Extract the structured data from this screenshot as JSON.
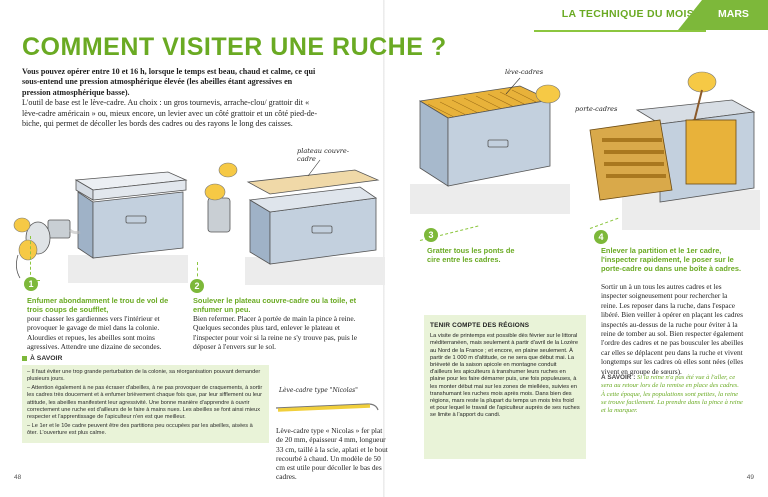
{
  "header": {
    "section": "LA TECHNIQUE DU MOIS",
    "month": "MARS"
  },
  "title": "COMMENT VISITER UNE RUCHE ?",
  "intro": {
    "bold": "Vous pouvez opérer entre 10 et 16 h, lorsque le temps est beau, chaud et calme, ce qui sous-entend une pression atmosphérique élevée (les abeilles étant agressives en pression atmosphérique basse).",
    "body": "L'outil de base est le lève-cadre. Au choix : un gros tournevis, arrache-clou/ grattoir dit « lève-cadre américain » ou, mieux encore, un levier avec un côté grattoir et un côté pied-de-biche, qui permet de décoller les bords des cadres ou des rayons le long des caisses."
  },
  "labels": {
    "plateau": "plateau couvre-cadre",
    "leve": "lève-cadres",
    "porte": "porte-cadres",
    "nicolas": "Lève-cadre type \"Nicolas\""
  },
  "steps": [
    {
      "num": "1",
      "head": "Enfumer abondamment le trou de vol de trois coups de soufflet,",
      "body": "pour chasser les gardiennes vers l'intérieur et provoquer le gavage de miel dans la colonie. Alourdies et repues, les abeilles sont moins agressives. Attendre une dizaine de secondes."
    },
    {
      "num": "2",
      "head": "Soulever le plateau couvre-cadre ou la toile, et enfumer un peu.",
      "body": "Bien refermer. Placer à portée de main la pince à reine. Quelques secondes plus tard, enlever le plateau et l'inspecter pour voir si la reine ne s'y trouve pas, puis le déposer à l'envers sur le sol."
    },
    {
      "num": "3",
      "head": "Gratter tous les ponts de cire entre les cadres.",
      "body": ""
    },
    {
      "num": "4",
      "head": "Enlever la partition et le 1er cadre, l'inspecter rapidement, le poser sur le porte-cadre ou dans une boîte à cadres.",
      "body": "Sortir un à un tous les autres cadres et les inspecter soigneusement pour rechercher la reine. Les reposer dans la ruche, dans l'espace libéré. Bien veiller à opérer en plaçant les cadres inspectés au-dessus de la ruche pour éviter à la reine de tomber au sol. Bien respecter également l'ordre des cadres et ne pas bousculer les abeilles car elles se déplacent peu dans la ruche et vivent longtemps sur les cadres où elles sont nées (elles vivent en groupe de sœurs)."
    }
  ],
  "asavoir": {
    "title": "À SAVOIR",
    "items": [
      "– Il faut éviter une trop grande perturbation de la colonie, sa réorganisation pouvant demander plusieurs jours.",
      "– Attention également à ne pas écraser d'abeilles, à ne pas provoquer de craquements, à sortir les cadres très doucement et à enfumer brièvement chaque fois que, par leur sifflement ou leur attitude, les abeilles manifestent leur agressivité. Une bonne manière d'apprendre à ouvrir correctement une ruche est d'ailleurs de le faire à mains nues. Les abeilles se font ainsi mieux respecter et l'apprentissage de l'apiculteur n'en est que meilleur.",
      "– Le 1er et le 10e cadre peuvent être des partitions peu occupées par les abeilles, aisées à ôter. L'ouverture est plus calme."
    ]
  },
  "nicolas_text": "Lève-cadre type « Nicolas » fer plat de 20 mm, épaisseur 4 mm, longueur 33 cm, taillé à la scie, aplati et le bout recourbé à chaud. Un modèle de 50 cm est utile pour décoller le bas des cadres.",
  "regions": {
    "title": "TENIR COMPTE DES RÉGIONS",
    "body": "La visite de printemps est possible dès février sur le littoral méditerranéen, mais seulement à partir d'avril de la Lozère au Nord de la France ; et encore, en plaine seulement. À partir de 1 000 m d'altitude, ce ne sera que début mai. La brièveté de la saison apicole en montagne conduit d'ailleurs les apiculteurs à transhumer leurs ruches en plaine pour les faire démarrer puis, une fois populeuses, à les monter début mai sur les zones de miellées, suivies en transhumant les ruches mois après mois. Dans bien des régions, mars reste la plupart du temps un mois très froid et pour lequel le travail de l'apiculteur auprès de ses ruches se limite à l'apport du candi."
  },
  "savoir2": {
    "lead": "À SAVOIR :",
    "text": "Si la reine n'a pas été vue à l'aller, ce sera au retour lors de la remise en place des cadres. À cette époque, les populations sont petites, la reine se trouve facilement. La prendre dans la pince à reine et la marquer."
  },
  "folio": {
    "left": "48",
    "right": "49"
  },
  "colors": {
    "accent": "#7db83a",
    "accent_text": "#6aaa23",
    "box": "#e9f3d8"
  }
}
